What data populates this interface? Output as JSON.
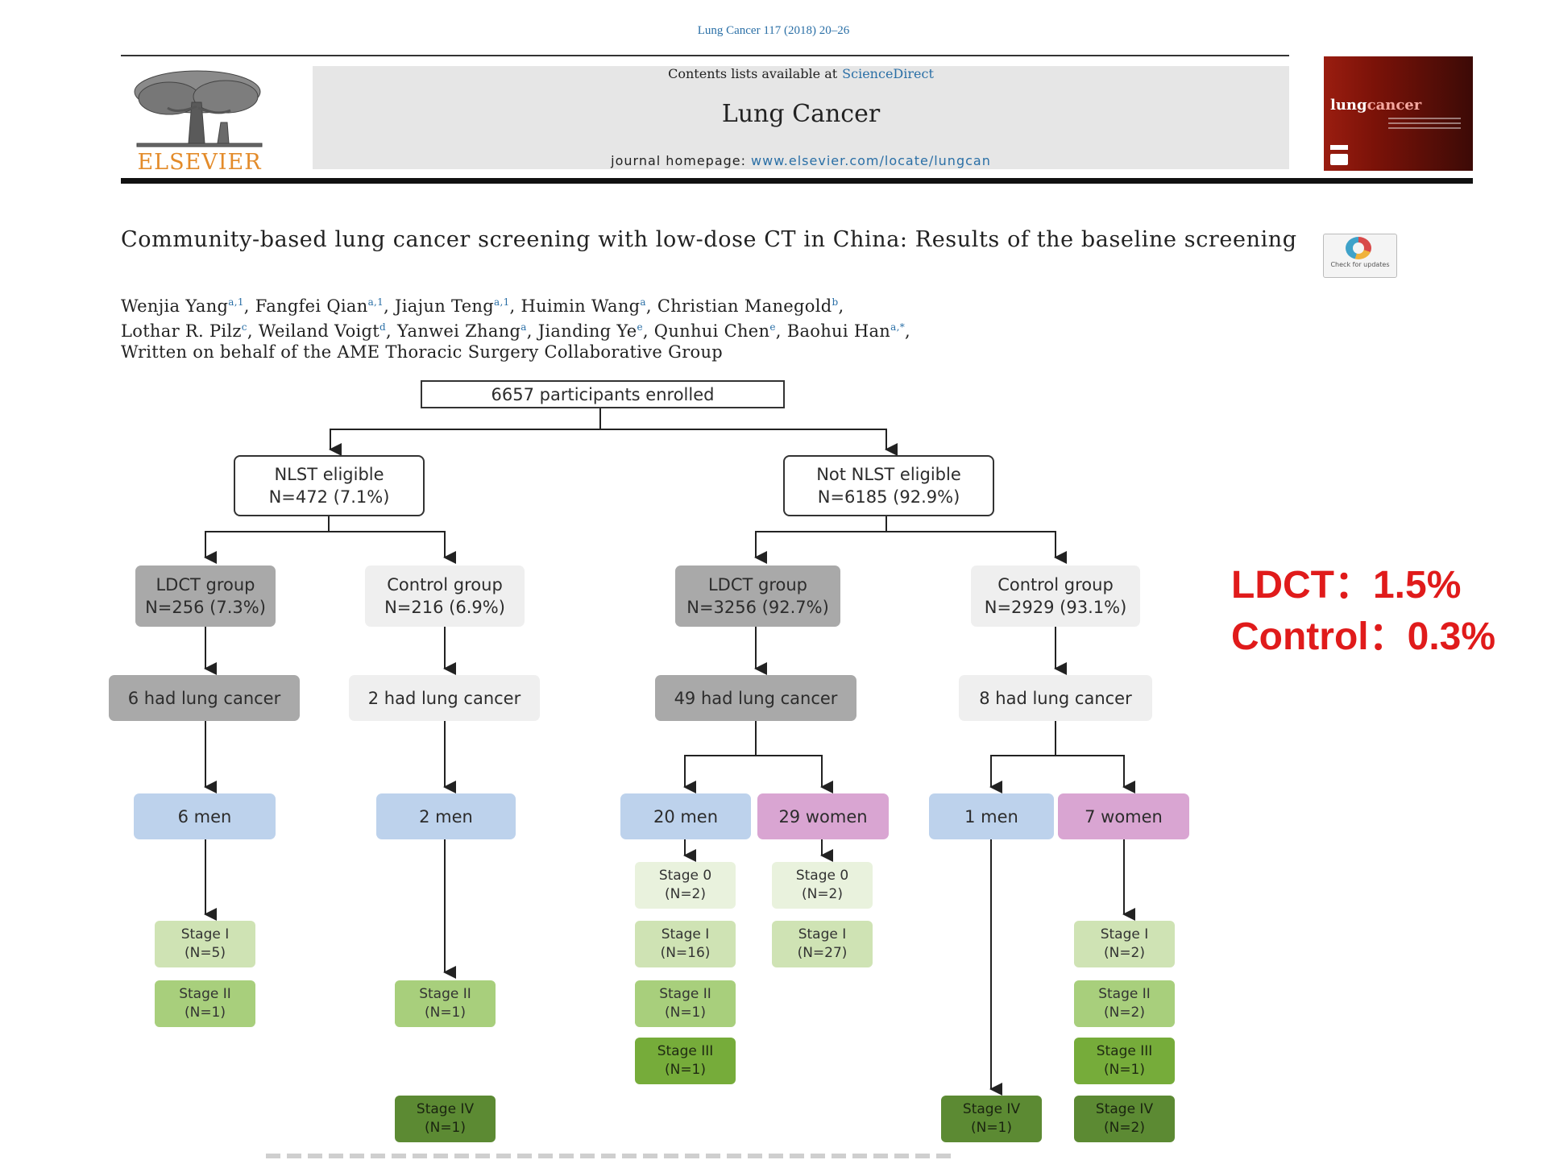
{
  "header": {
    "citation": "Lung Cancer 117 (2018) 20–26",
    "contents_text": "Contents lists available at",
    "contents_link": "ScienceDirect",
    "journal_name": "Lung Cancer",
    "homepage_label": "journal homepage:",
    "homepage_url": "www.elsevier.com/locate/lungcan",
    "publisher_logo": "ELSEVIER",
    "cover_brand_part1": "lung",
    "cover_brand_part2": "cancer",
    "updates_badge": "Check for updates",
    "colors": {
      "link": "#2a6fa6",
      "publisher": "#e38b2a",
      "cover": "#7a1208"
    }
  },
  "article": {
    "title": "Community-based lung cancer screening with low-dose CT in China: Results of the baseline screening",
    "authors": [
      [
        {
          "name": "Wenjia Yang",
          "sup": "a,1",
          "sep": ", "
        },
        {
          "name": "Fangfei Qian",
          "sup": "a,1",
          "sep": ", "
        },
        {
          "name": "Jiajun Teng",
          "sup": "a,1",
          "sep": ", "
        },
        {
          "name": "Huimin Wang",
          "sup": "a",
          "sep": ", "
        },
        {
          "name": "Christian Manegold",
          "sup": "b",
          "sep": ","
        }
      ],
      [
        {
          "name": "Lothar R. Pilz",
          "sup": "c",
          "sep": ", "
        },
        {
          "name": "Weiland Voigt",
          "sup": "d",
          "sep": ", "
        },
        {
          "name": "Yanwei Zhang",
          "sup": "a",
          "sep": ", "
        },
        {
          "name": "Jianding Ye",
          "sup": "e",
          "sep": ", "
        },
        {
          "name": "Qunhui Chen",
          "sup": "e",
          "sep": ", "
        },
        {
          "name": "Baohui Han",
          "sup": "a,*",
          "sep": ","
        }
      ]
    ],
    "group_line": "Written on behalf of the AME Thoracic Surgery Collaborative Group"
  },
  "flowchart": {
    "root": "6657 participants enrolled",
    "nlst_eligible": {
      "title": "NLST eligible",
      "n": "N=472 (7.1%)"
    },
    "not_nlst_eligible": {
      "title": "Not NLST eligible",
      "n": "N=6185 (92.9%)"
    },
    "ldct_a": {
      "title": "LDCT group",
      "n": "N=256 (7.3%)",
      "cancer": "6 had lung cancer"
    },
    "ctrl_a": {
      "title": "Control group",
      "n": "N=216 (6.9%)",
      "cancer": "2 had lung cancer"
    },
    "ldct_b": {
      "title": "LDCT group",
      "n": "N=3256 (92.7%)",
      "cancer": "49 had lung cancer"
    },
    "ctrl_b": {
      "title": "Control group",
      "n": "N=2929 (93.1%)",
      "cancer": "8 had lung cancer"
    },
    "sex": {
      "a_men": "6 men",
      "b_men": "2 men",
      "c_men": "20 men",
      "c_women": "29 women",
      "d_men": "1 men",
      "d_women": "7 women"
    },
    "stages": {
      "a1": {
        "stage": "Stage I",
        "n": "(N=5)"
      },
      "a2": {
        "stage": "Stage II",
        "n": "(N=1)"
      },
      "b2": {
        "stage": "Stage II",
        "n": "(N=1)"
      },
      "b4": {
        "stage": "Stage IV",
        "n": "(N=1)"
      },
      "c0": {
        "stage": "Stage 0",
        "n": "(N=2)"
      },
      "c1": {
        "stage": "Stage I",
        "n": "(N=16)"
      },
      "c2": {
        "stage": "Stage II",
        "n": "(N=1)"
      },
      "c3": {
        "stage": "Stage III",
        "n": "(N=1)"
      },
      "w0": {
        "stage": "Stage 0",
        "n": "(N=2)"
      },
      "w1": {
        "stage": "Stage I",
        "n": "(N=27)"
      },
      "d4": {
        "stage": "Stage IV",
        "n": "(N=1)"
      },
      "e1": {
        "stage": "Stage I",
        "n": "(N=2)"
      },
      "e2": {
        "stage": "Stage II",
        "n": "(N=2)"
      },
      "e3": {
        "stage": "Stage III",
        "n": "(N=1)"
      },
      "e4": {
        "stage": "Stage IV",
        "n": "(N=2)"
      }
    },
    "colors": {
      "ldct": "#a9a9a9",
      "control": "#efefef",
      "men": "#bdd2ec",
      "women": "#d9a5d2",
      "stage0": "#e9f2dd",
      "stage1": "#cfe3b4",
      "stage2": "#a8cf7c",
      "stage3": "#76ac3a",
      "stage4": "#5c8a33"
    }
  },
  "annotation": {
    "ldct": "LDCT：1.5%",
    "control": "Control：0.3%",
    "color": "#e01b1b"
  }
}
